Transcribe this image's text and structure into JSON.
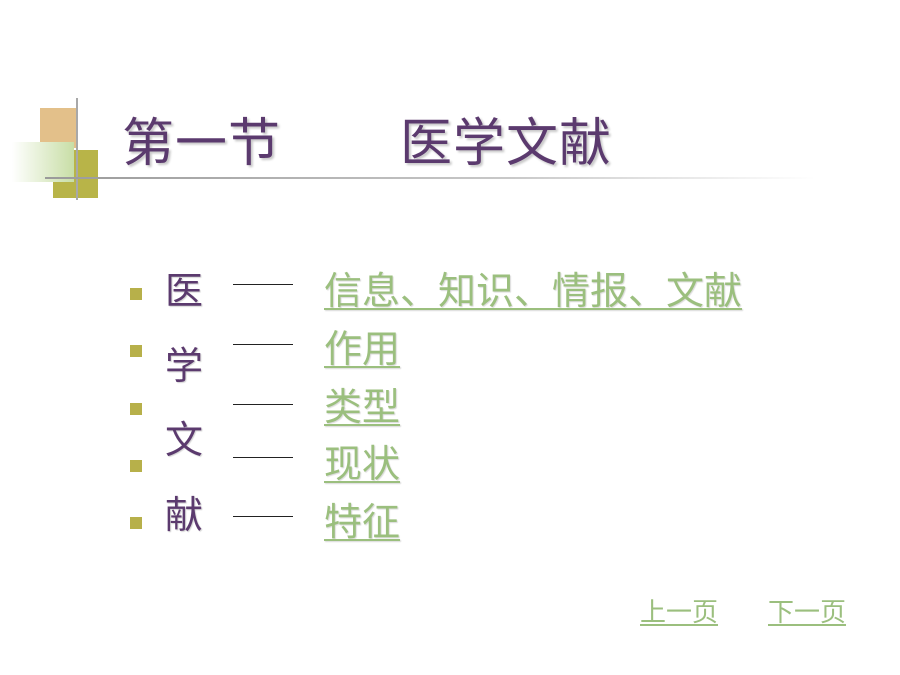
{
  "slide": {
    "title_part1": "第一节",
    "title_part2": "医学文献",
    "vertical_chars": [
      "医",
      "学",
      "文",
      "献"
    ],
    "links": [
      "信息、知识、情报、文献",
      "作用",
      "类型",
      "现状",
      "特征"
    ],
    "nav": {
      "prev": "上一页",
      "next": "下一页"
    }
  },
  "colors": {
    "title": "#5b3a6e",
    "link": "#9bbf7e",
    "bullet": "#b7b04a",
    "deco_tan": "#e3c08a",
    "deco_olive": "#b8b448",
    "deco_green": "#c8dea6"
  }
}
